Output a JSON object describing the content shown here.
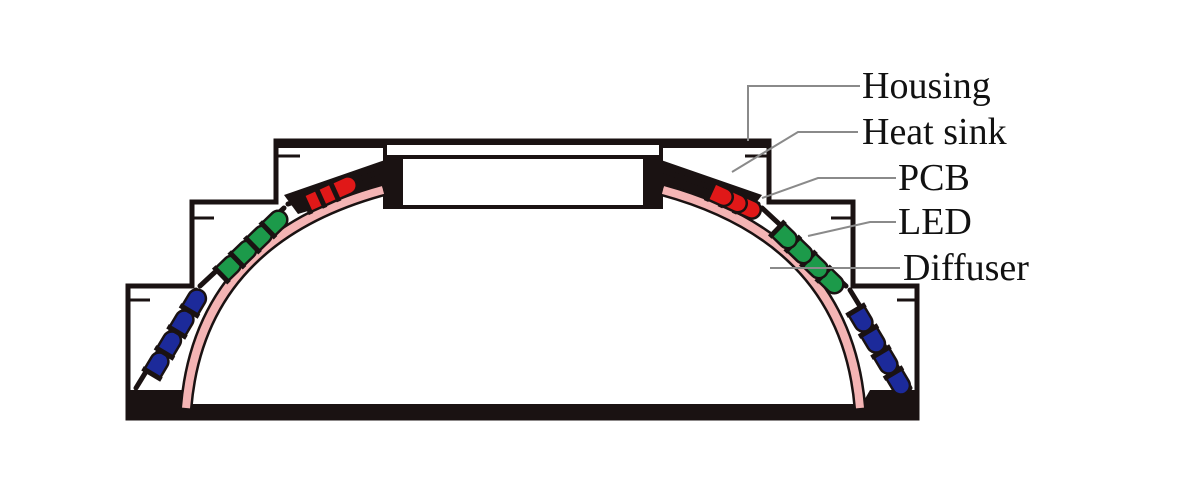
{
  "labels": {
    "housing": "Housing",
    "heat_sink": "Heat sink",
    "pcb": "PCB",
    "led": "LED",
    "diffuser": "Diffuser"
  },
  "colors": {
    "housing": "#1a1212",
    "diffuser": "#f4b4b4",
    "led_red": "#e01818",
    "led_green": "#1c9a4a",
    "led_blue": "#1c2a9a",
    "leader_line": "#8a8a8a"
  },
  "led_rings": [
    {
      "tier": "top",
      "color_name": "red",
      "count": 3
    },
    {
      "tier": "middle",
      "color_name": "green",
      "count": 4
    },
    {
      "tier": "bottom",
      "color_name": "blue",
      "count": 4
    }
  ]
}
